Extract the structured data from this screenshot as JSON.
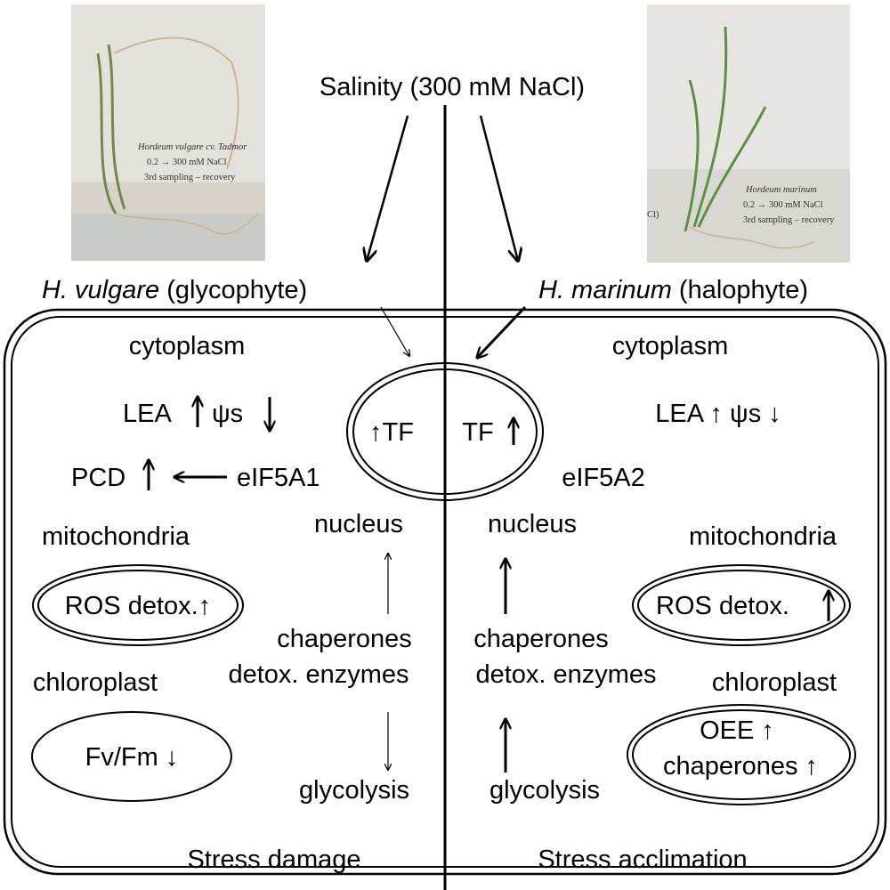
{
  "salinity": "Salinity (300 mM NaCl)",
  "left_species": {
    "name": "H. vulgare",
    "type": "(glycophyte)"
  },
  "right_species": {
    "name": "H. marinum",
    "type": "(halophyte)"
  },
  "left_photo": {
    "line1": "Hordeum vulgare cv. Tadmor",
    "line2": "0.2 → 300 mM NaCl",
    "line3": "3rd sampling – recovery"
  },
  "right_photo": {
    "line1": "Hordeum marinum",
    "line2": "0.2 → 300 mM NaCl",
    "line3": "3rd sampling – recovery",
    "clipped": "Cl)"
  },
  "left": {
    "cytoplasm": "cytoplasm",
    "lea": "LEA",
    "psi": "ψs",
    "pcd": "PCD",
    "eif": "eIF5A1",
    "nucleus": "nucleus",
    "mitochondria": "mitochondria",
    "ros": "ROS detox.↑",
    "chaperones": "chaperones",
    "detox": "detox. enzymes",
    "chloroplast": "chloroplast",
    "fvfm": "Fv/Fm ↓",
    "glycolysis": "glycolysis",
    "outcome": "Stress damage"
  },
  "right": {
    "cytoplasm": "cytoplasm",
    "lea": "LEA ↑ ψs ↓",
    "eif": "eIF5A2",
    "nucleus": "nucleus",
    "mitochondria": "mitochondria",
    "ros": "ROS detox.",
    "chaperones": "chaperones",
    "detox": "detox. enzymes",
    "chloroplast": "chloroplast",
    "oee": "OEE ↑",
    "chap2": "chaperones ↑",
    "glycolysis": "glycolysis",
    "outcome": "Stress acclimation"
  },
  "tf_left": "↑TF",
  "tf_right": "TF"
}
